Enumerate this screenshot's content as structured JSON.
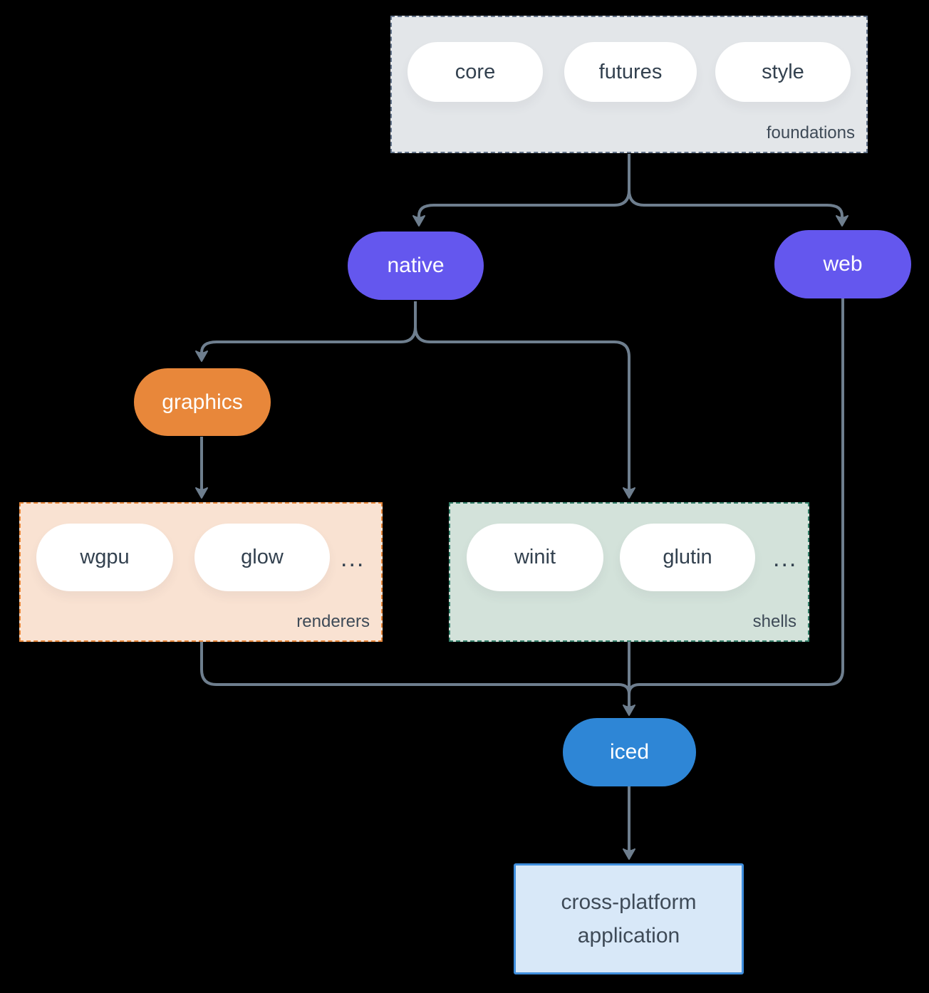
{
  "diagram": {
    "foundations": {
      "label": "foundations",
      "pills": [
        "core",
        "futures",
        "style"
      ]
    },
    "native": {
      "label": "native"
    },
    "web": {
      "label": "web"
    },
    "graphics": {
      "label": "graphics"
    },
    "renderers": {
      "label": "renderers",
      "pills": [
        "wgpu",
        "glow"
      ],
      "ellipsis": "..."
    },
    "shells": {
      "label": "shells",
      "pills": [
        "winit",
        "glutin"
      ],
      "ellipsis": "..."
    },
    "iced": {
      "label": "iced"
    },
    "application": {
      "label": "cross-platform application"
    }
  },
  "colors": {
    "purple": "#6457ee",
    "orange": "#e8873a",
    "blue": "#2e86d6",
    "line": "#6e7e8e",
    "foundations_bg": "#e3e6e9",
    "foundations_border": "#64748b",
    "renderers_bg": "#f9e2d2",
    "shells_bg": "#d3e2da",
    "shells_border": "#35806a",
    "app_bg": "#d8e8f8",
    "app_border": "#3f8edd",
    "text_dark": "#33414f",
    "label": "#3e4a57"
  }
}
